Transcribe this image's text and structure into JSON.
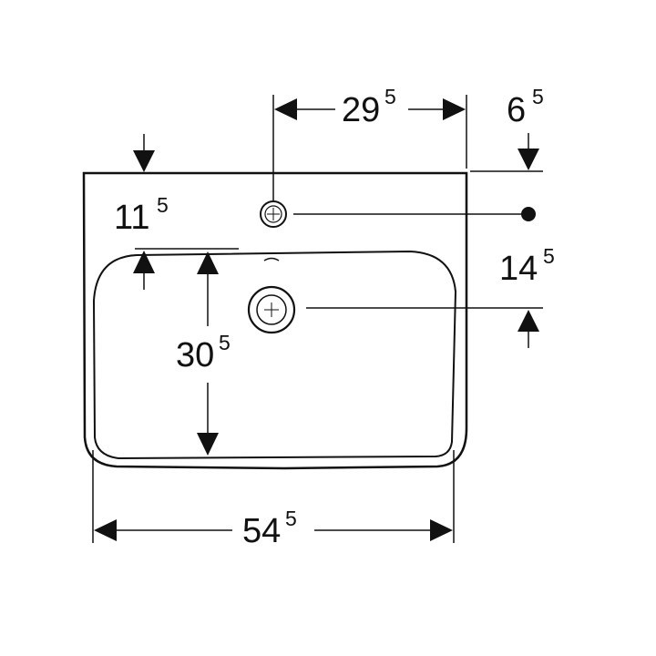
{
  "dimensions": {
    "top_width": {
      "value": "29",
      "sup": "5"
    },
    "right_offset": {
      "value": "6",
      "sup": "5"
    },
    "left_depth": {
      "value": "11",
      "sup": "5"
    },
    "right_depth": {
      "value": "14",
      "sup": "5"
    },
    "bowl_depth": {
      "value": "30",
      "sup": "5"
    },
    "total_width": {
      "value": "54",
      "sup": "5"
    }
  },
  "colors": {
    "line": "#111111",
    "background": "#ffffff"
  }
}
